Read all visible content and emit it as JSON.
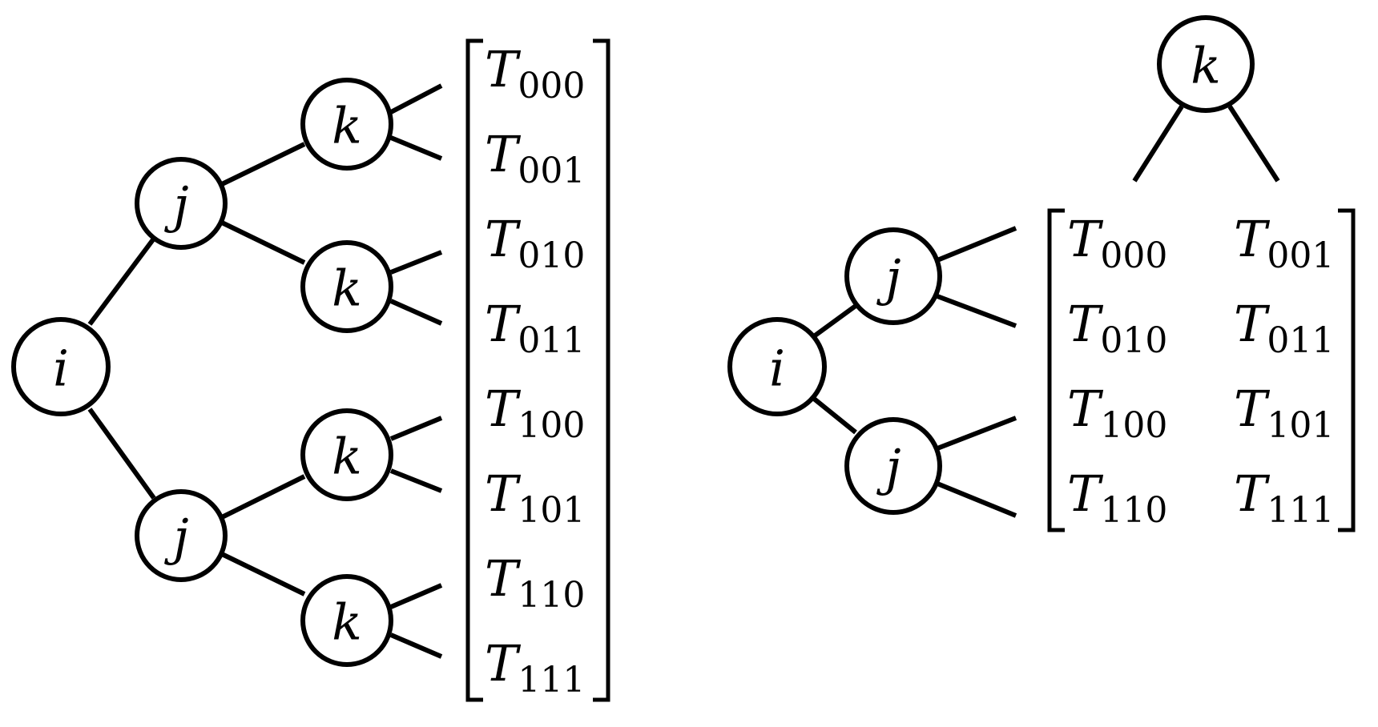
{
  "left_tree": {
    "nodes": {
      "root": "i",
      "level1": [
        "j",
        "j"
      ],
      "level2": [
        "k",
        "k",
        "k",
        "k"
      ]
    },
    "vector": [
      {
        "symbol": "T",
        "index": "000"
      },
      {
        "symbol": "T",
        "index": "001"
      },
      {
        "symbol": "T",
        "index": "010"
      },
      {
        "symbol": "T",
        "index": "011"
      },
      {
        "symbol": "T",
        "index": "100"
      },
      {
        "symbol": "T",
        "index": "101"
      },
      {
        "symbol": "T",
        "index": "110"
      },
      {
        "symbol": "T",
        "index": "111"
      }
    ]
  },
  "right_tree": {
    "top_node": "k",
    "nodes": {
      "root": "i",
      "level1": [
        "j",
        "j"
      ]
    },
    "matrix": [
      [
        {
          "symbol": "T",
          "index": "000"
        },
        {
          "symbol": "T",
          "index": "001"
        }
      ],
      [
        {
          "symbol": "T",
          "index": "010"
        },
        {
          "symbol": "T",
          "index": "011"
        }
      ],
      [
        {
          "symbol": "T",
          "index": "100"
        },
        {
          "symbol": "T",
          "index": "101"
        }
      ],
      [
        {
          "symbol": "T",
          "index": "110"
        },
        {
          "symbol": "T",
          "index": "111"
        }
      ]
    ]
  }
}
